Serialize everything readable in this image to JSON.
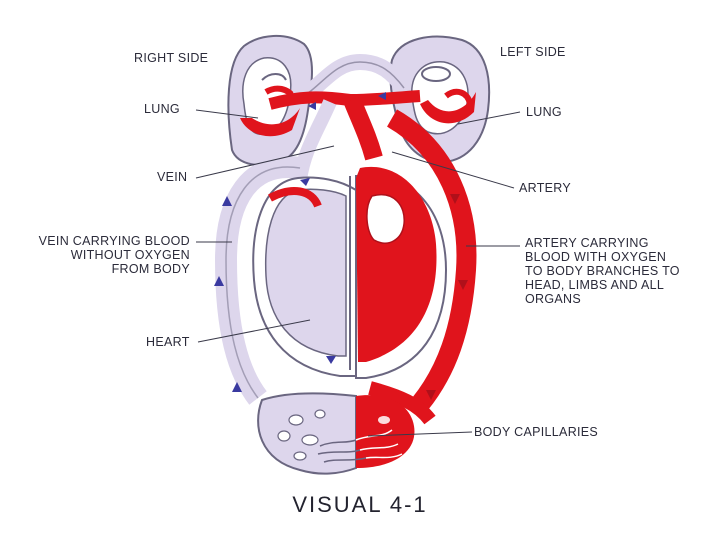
{
  "labels": {
    "right_side": "RIGHT SIDE",
    "left_side": "LEFT SIDE",
    "lung_right": "LUNG",
    "lung_left": "LUNG",
    "vein": "VEIN",
    "artery": "ARTERY",
    "vein_carrying": "VEIN CARRYING BLOOD\nWITHOUT OXYGEN\nFROM BODY",
    "artery_carrying": "ARTERY CARRYING\nBLOOD WITH OXYGEN\nTO BODY BRANCHES TO\nHEAD, LIMBS AND ALL\nORGANS",
    "heart": "HEART",
    "body_capillaries": "BODY CAPILLARIES"
  },
  "caption": "VISUAL 4-1",
  "colors": {
    "oxygenated": "#e0141c",
    "deoxygenated": "#ddd6ec",
    "outline": "#6a6680",
    "text": "#2b2b3a",
    "arrow": "#3a3aa0"
  }
}
